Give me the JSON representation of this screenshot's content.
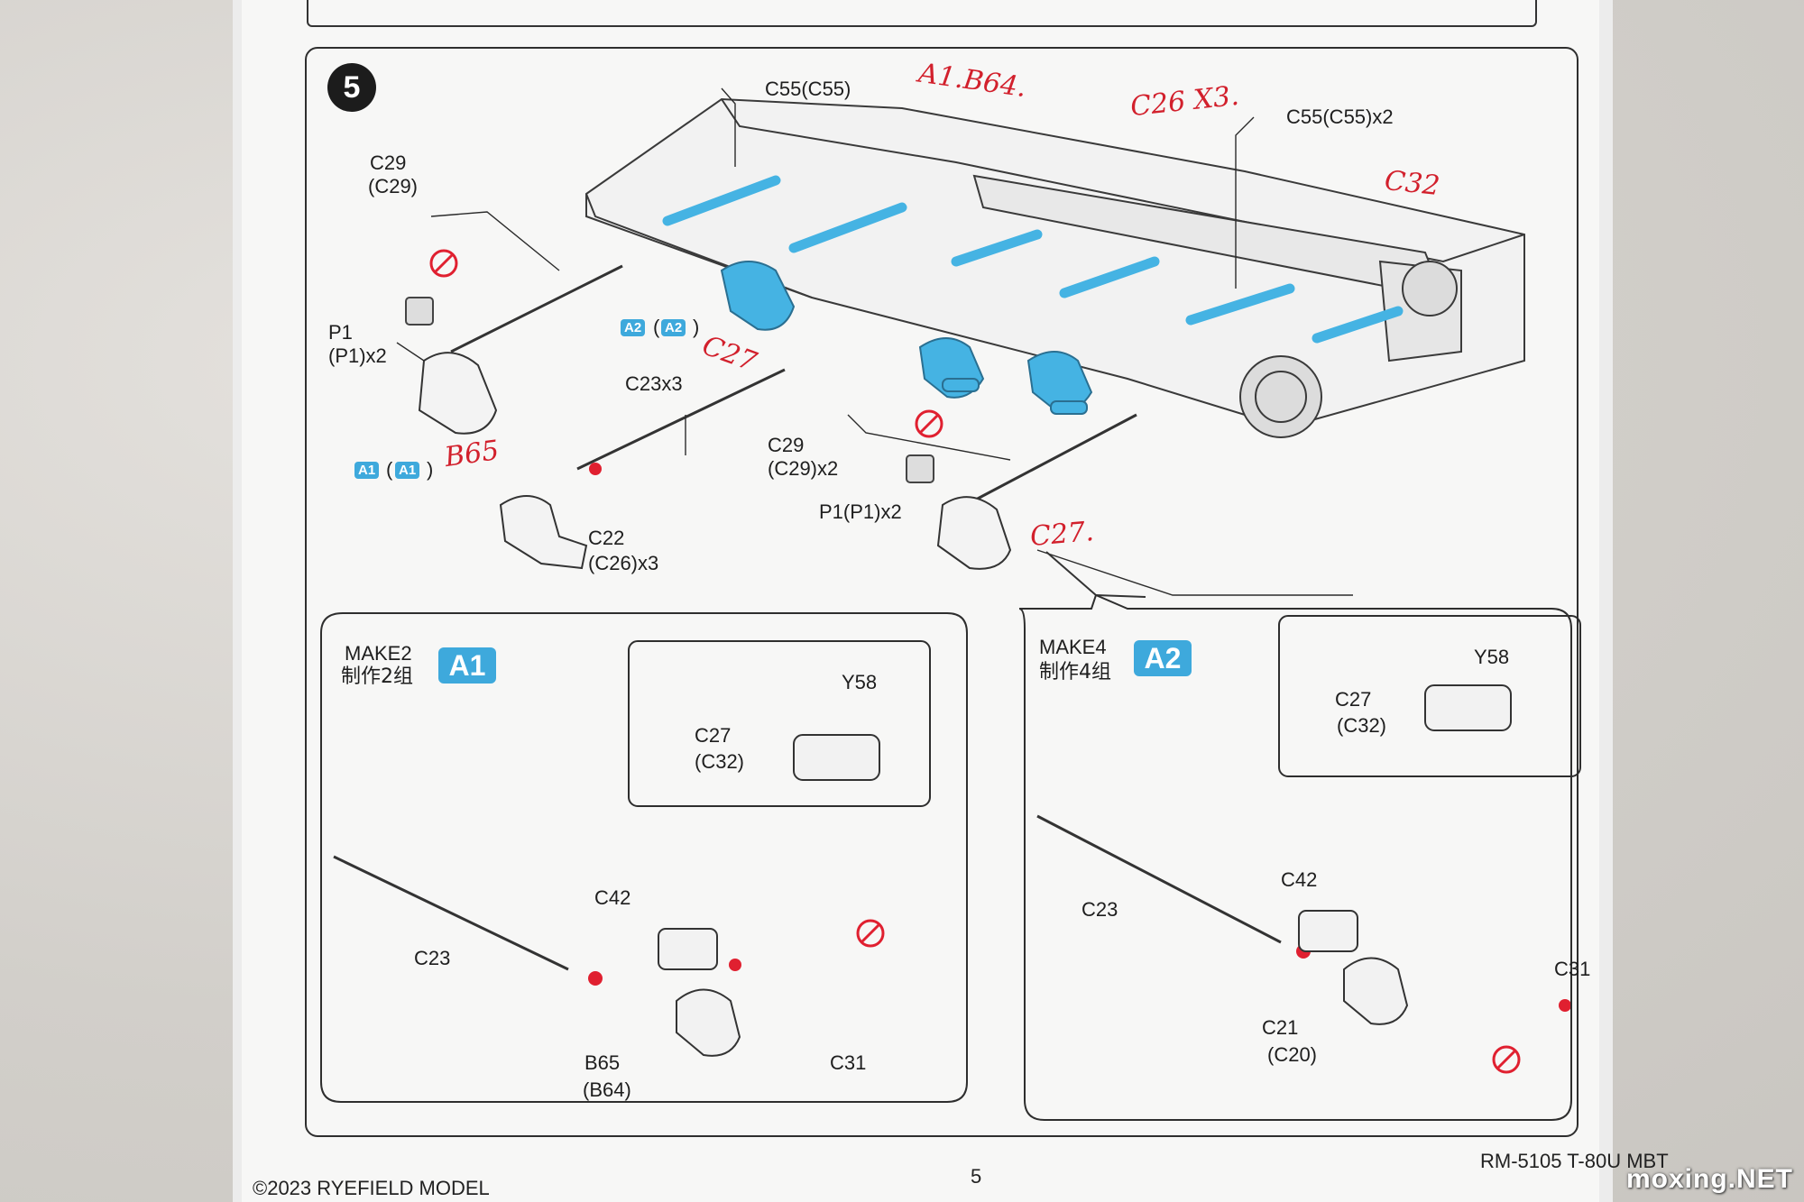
{
  "step": {
    "number": "5"
  },
  "main_labels": {
    "c55_single": "C55(C55)",
    "c55_double": "C55(C55)x2",
    "c29_top_a": "C29",
    "c29_top_b": "(C29)",
    "p1_left_a": "P1",
    "p1_left_b": "(P1)x2",
    "c23x3": "C23x3",
    "c29_mid_a": "C29",
    "c29_mid_b": "(C29)x2",
    "p1_mid": "P1(P1)x2",
    "c22_a": "C22",
    "c22_b": "(C26)x3"
  },
  "tags": {
    "a1": "A1",
    "a2": "A2",
    "open_paren": "(",
    "close_paren": ")"
  },
  "handwritten": {
    "a1_b64": "A1.B64.",
    "c26_x3": "C26 X3.",
    "c32": "C32",
    "c27_a": "C27",
    "b65": "B65",
    "c27_b": "C27."
  },
  "panel_a1": {
    "make": "MAKE2",
    "make_cn": "制作2组",
    "tag": "A1",
    "y58": "Y58",
    "c27_a": "C27",
    "c27_b": "(C32)",
    "c42": "C42",
    "c23": "C23",
    "b65_a": "B65",
    "b65_b": "(B64)",
    "c31": "C31"
  },
  "panel_a2": {
    "make": "MAKE4",
    "make_cn": "制作4组",
    "tag": "A2",
    "y58": "Y58",
    "c27_a": "C27",
    "c27_b": "(C32)",
    "c42": "C42",
    "c23": "C23",
    "c31": "C31",
    "c21_a": "C21",
    "c21_b": "(C20)"
  },
  "footer": {
    "copyright": "©2023 RYEFIELD MODEL",
    "page": "5",
    "model": "RM-5105 T-80U MBT",
    "watermark": "moxing.NET"
  },
  "colors": {
    "highlight_blue": "#45b3e3",
    "handwriting_red": "#d2202c",
    "glue_red": "#e02030",
    "line": "#2b2b2b"
  }
}
